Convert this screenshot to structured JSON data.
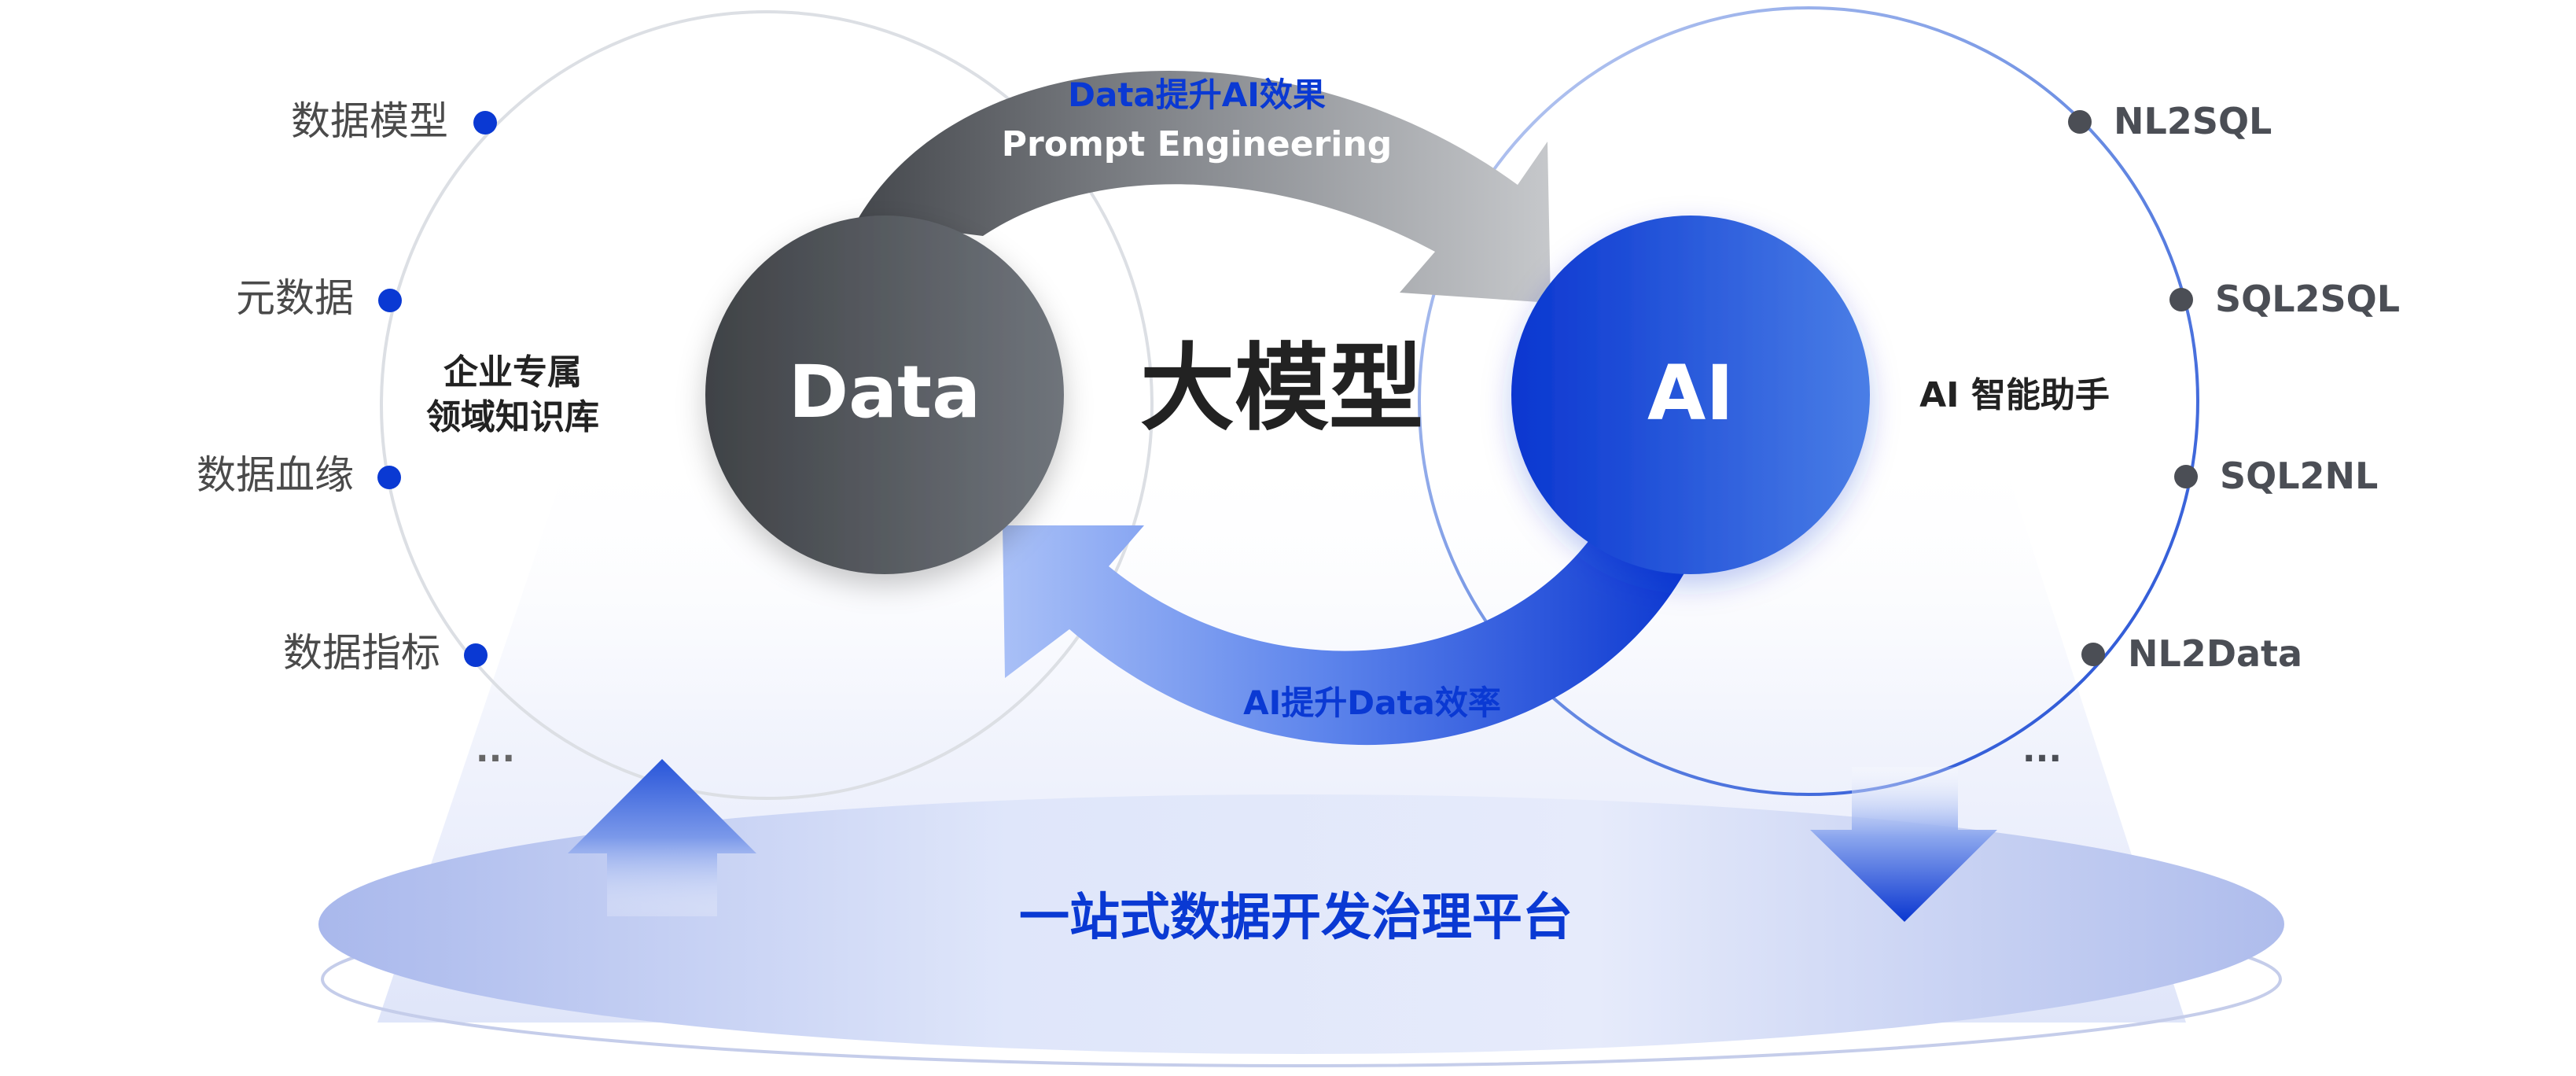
{
  "center": {
    "title": "大模型"
  },
  "data_node": {
    "label": "Data",
    "inner_label_line1": "企业专属",
    "inner_label_line2": "领域知识库",
    "items": [
      {
        "label": "数据模型"
      },
      {
        "label": "元数据"
      },
      {
        "label": "数据血缘"
      },
      {
        "label": "数据指标"
      }
    ],
    "ellipsis": "..."
  },
  "ai_node": {
    "label": "AI",
    "inner_label": "AI 智能助手",
    "items": [
      {
        "label": "NL2SQL"
      },
      {
        "label": "SQL2SQL"
      },
      {
        "label": "SQL2NL"
      },
      {
        "label": "NL2Data"
      }
    ],
    "ellipsis": "..."
  },
  "top_arrow": {
    "line1": "Data提升AI效果",
    "line2": "Prompt Engineering"
  },
  "bottom_arrow": {
    "label": "AI提升Data效率"
  },
  "platform": {
    "label": "一站式数据开发治理平台"
  },
  "colors": {
    "primary_blue": "#0a39d3",
    "dark_gray": "#46494f",
    "text_dark": "#222222",
    "text_gray": "#4a4a4a"
  }
}
